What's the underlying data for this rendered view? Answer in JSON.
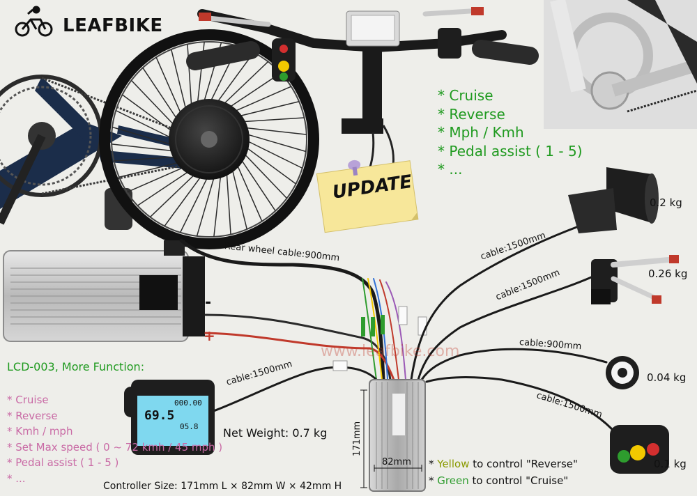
{
  "brand": {
    "name": "LEAFBIKE",
    "accent": "#2e9c2e"
  },
  "watermark": "www.leafbike.com",
  "update_note": "UPDATE",
  "display_features": {
    "items": [
      "* Cruise",
      "* Reverse",
      "* Mph / Kmh",
      "* Pedal assist ( 1 - 5)",
      "* ..."
    ]
  },
  "lcd_panel": {
    "title": "LCD-003, More Function:",
    "items": [
      "* Cruise",
      "* Reverse",
      "* Kmh / mph",
      "* Set Max speed ( 0 ~ 72 kmh / 45 mph )",
      "* Pedal assist ( 1 - 5 )",
      "* ..."
    ],
    "screen_speed": "69.5",
    "screen_odo": "000.00",
    "screen_trip": "05.8"
  },
  "cables": {
    "rear_wheel": "Rear wheel cable:900mm",
    "throttle": "cable:1500mm",
    "brake": "cable:1500mm",
    "pas": "cable:900mm",
    "switch": "cable:1500mm",
    "lcd": "cable:1500mm"
  },
  "weights": {
    "throttle": "0.2 kg",
    "brake": "0.26 kg",
    "pas": "0.04 kg",
    "switch": "0.1 kg",
    "lcd": "Net Weight: 0.7 kg"
  },
  "battery": {
    "minus": "-",
    "plus": "+"
  },
  "controller": {
    "height_label": "171mm",
    "width_label": "82mm",
    "size": "Controller Size: 171mm L × 82mm W × 42mm H"
  },
  "switch_notes": [
    {
      "prefix": "* ",
      "color_word": "Yellow",
      "rest": " to control \"Reverse\""
    },
    {
      "prefix": "* ",
      "color_word": "Green",
      "rest": " to control \"Cruise\""
    }
  ],
  "colors": {
    "yellow_note": "#8a9a00",
    "green_note": "#2e9c2e",
    "lcd_items": "#c96aa5"
  }
}
